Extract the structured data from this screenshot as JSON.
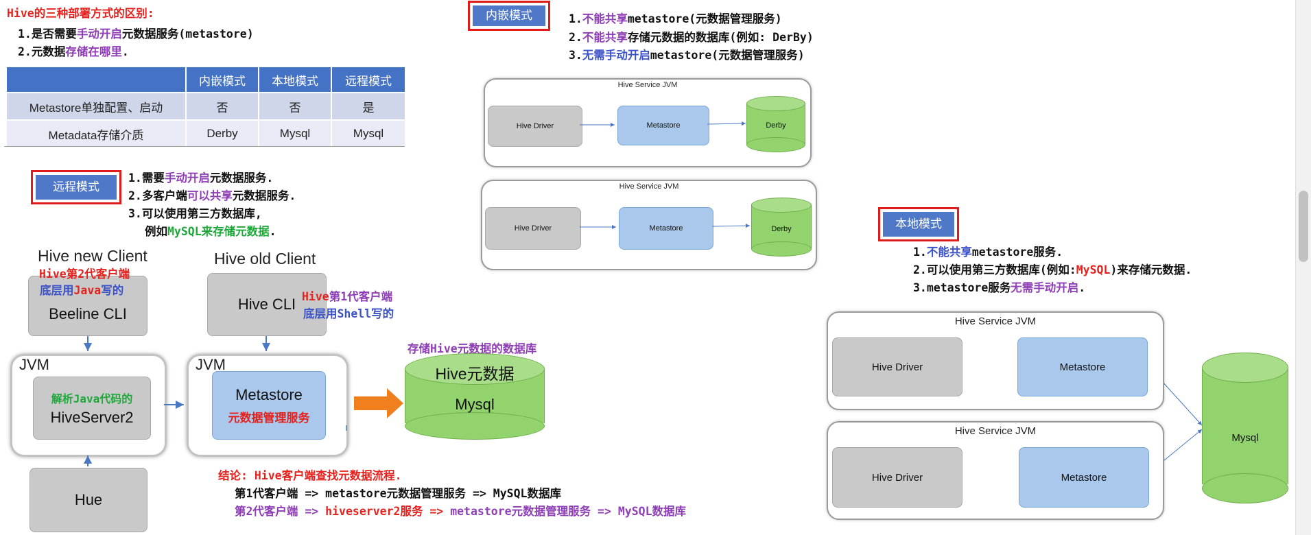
{
  "header": {
    "title": "Hive的三种部署方式的区别:",
    "point1": {
      "a": "1.是否需要",
      "b": "手动开启",
      "c": "元数据服务(metastore)"
    },
    "point2": {
      "a": "2.元数据",
      "b": "存储在哪里",
      "c": "."
    }
  },
  "table": {
    "headers": [
      "",
      "内嵌模式",
      "本地模式",
      "远程模式"
    ],
    "rows": [
      [
        "Metastore单独配置、启动",
        "否",
        "否",
        "是"
      ],
      [
        "Metadata存储介质",
        "Derby",
        "Mysql",
        "Mysql"
      ]
    ]
  },
  "embedded": {
    "button": "内嵌模式",
    "l1": {
      "a": "1.",
      "b": "不能共享",
      "c": "metastore(元数据管理服务)"
    },
    "l2": {
      "a": "2.",
      "b": "不能共享",
      "c": "存储元数据的数据库(例如: DerBy)"
    },
    "l3": {
      "a": "3.",
      "b": "无需手动开启",
      "c": "metastore(元数据管理服务)"
    },
    "diagram": {
      "jvm": "Hive Service JVM",
      "driver": "Hive Driver",
      "metastore": "Metastore",
      "db": "Derby"
    }
  },
  "remote": {
    "button": "远程模式",
    "l1": {
      "a": "1.需要",
      "b": "手动开启",
      "c": "元数据服务."
    },
    "l2": {
      "a": "2.多客户端",
      "b": "可以共享",
      "c": "元数据服务."
    },
    "l3": "3.可以使用第三方数据库,",
    "l4": {
      "a": "例如",
      "b": "MySQL",
      "c": "来存储元数据",
      "d": "."
    },
    "diagram": {
      "new_client": "Hive new Client",
      "new_client_note1": "Hive第2代客户端",
      "new_client_note2a": "底层用",
      "new_client_note2b": "Java",
      "new_client_note2c": "写的",
      "beeline": "Beeline CLI",
      "old_client": "Hive old Client",
      "hive_cli": "Hive CLI",
      "old_note1a": "Hive",
      "old_note1b": "第1代客户端",
      "old_note2": "底层用Shell写的",
      "jvm": "JVM",
      "parse_note": "解析Java代码的",
      "hiveserver2": "HiveServer2",
      "metastore": "Metastore",
      "metastore_note": "元数据管理服务",
      "db_note": "存储Hive元数据的数据库",
      "db_top": "Hive元数据",
      "db": "Mysql",
      "hue": "Hue"
    },
    "conclusion": {
      "title": "结论: Hive客户端查找元数据流程.",
      "line1": "第1代客户端 => metastore元数据管理服务 => MySQL数据库",
      "line2a": "第2代客户端 => ",
      "line2b": "hiveserver2服务 => ",
      "line2c": " metastore元数据管理服务 => MySQL数据库"
    }
  },
  "local": {
    "button": "本地模式",
    "l1": {
      "a": "1.",
      "b": "不能共享",
      "c": "metastore服务."
    },
    "l2": {
      "a": "2.可以使用第三方数据库(例如:",
      "b": "MySQL",
      "c": ")来存储元数据."
    },
    "l3": {
      "a": "3.metastore服务",
      "b": "无需手动开启",
      "c": "."
    },
    "diagram": {
      "jvm": "Hive Service JVM",
      "driver": "Hive Driver",
      "metastore": "Metastore",
      "db": "Mysql"
    }
  }
}
